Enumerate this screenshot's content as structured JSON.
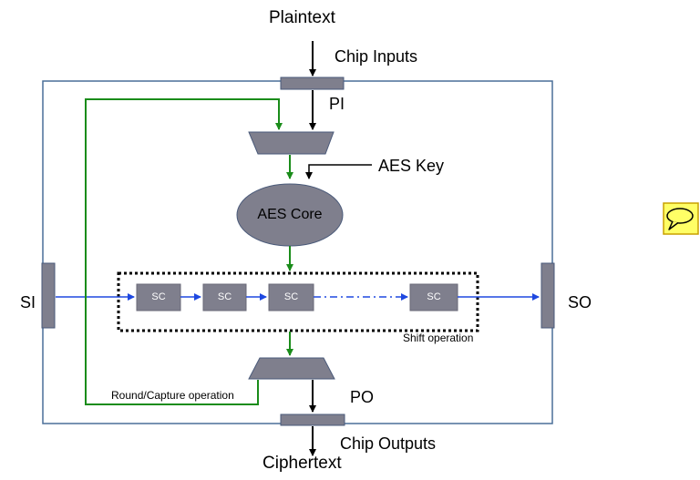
{
  "labels": {
    "plaintext": "Plaintext",
    "chip_inputs": "Chip Inputs",
    "pi": "PI",
    "aes_key": "AES Key",
    "aes_core": "AES Core",
    "si": "SI",
    "so": "SO",
    "shift_operation": "Shift operation",
    "round_capture": "Round/Capture operation",
    "po": "PO",
    "chip_outputs": "Chip Outputs",
    "ciphertext": "Ciphertext"
  },
  "scan_cells": [
    "SC",
    "SC",
    "SC",
    "SC"
  ],
  "colors": {
    "chip_border": "#4a6f98",
    "block_fill": "#7f7f8d",
    "block_stroke": "#4a5a7a",
    "green_path": "#1a8c1a",
    "blue_path": "#1e48e0",
    "note_fill": "#ffff66",
    "note_stroke": "#c8a000"
  },
  "icons": {
    "note": "comment-icon"
  }
}
